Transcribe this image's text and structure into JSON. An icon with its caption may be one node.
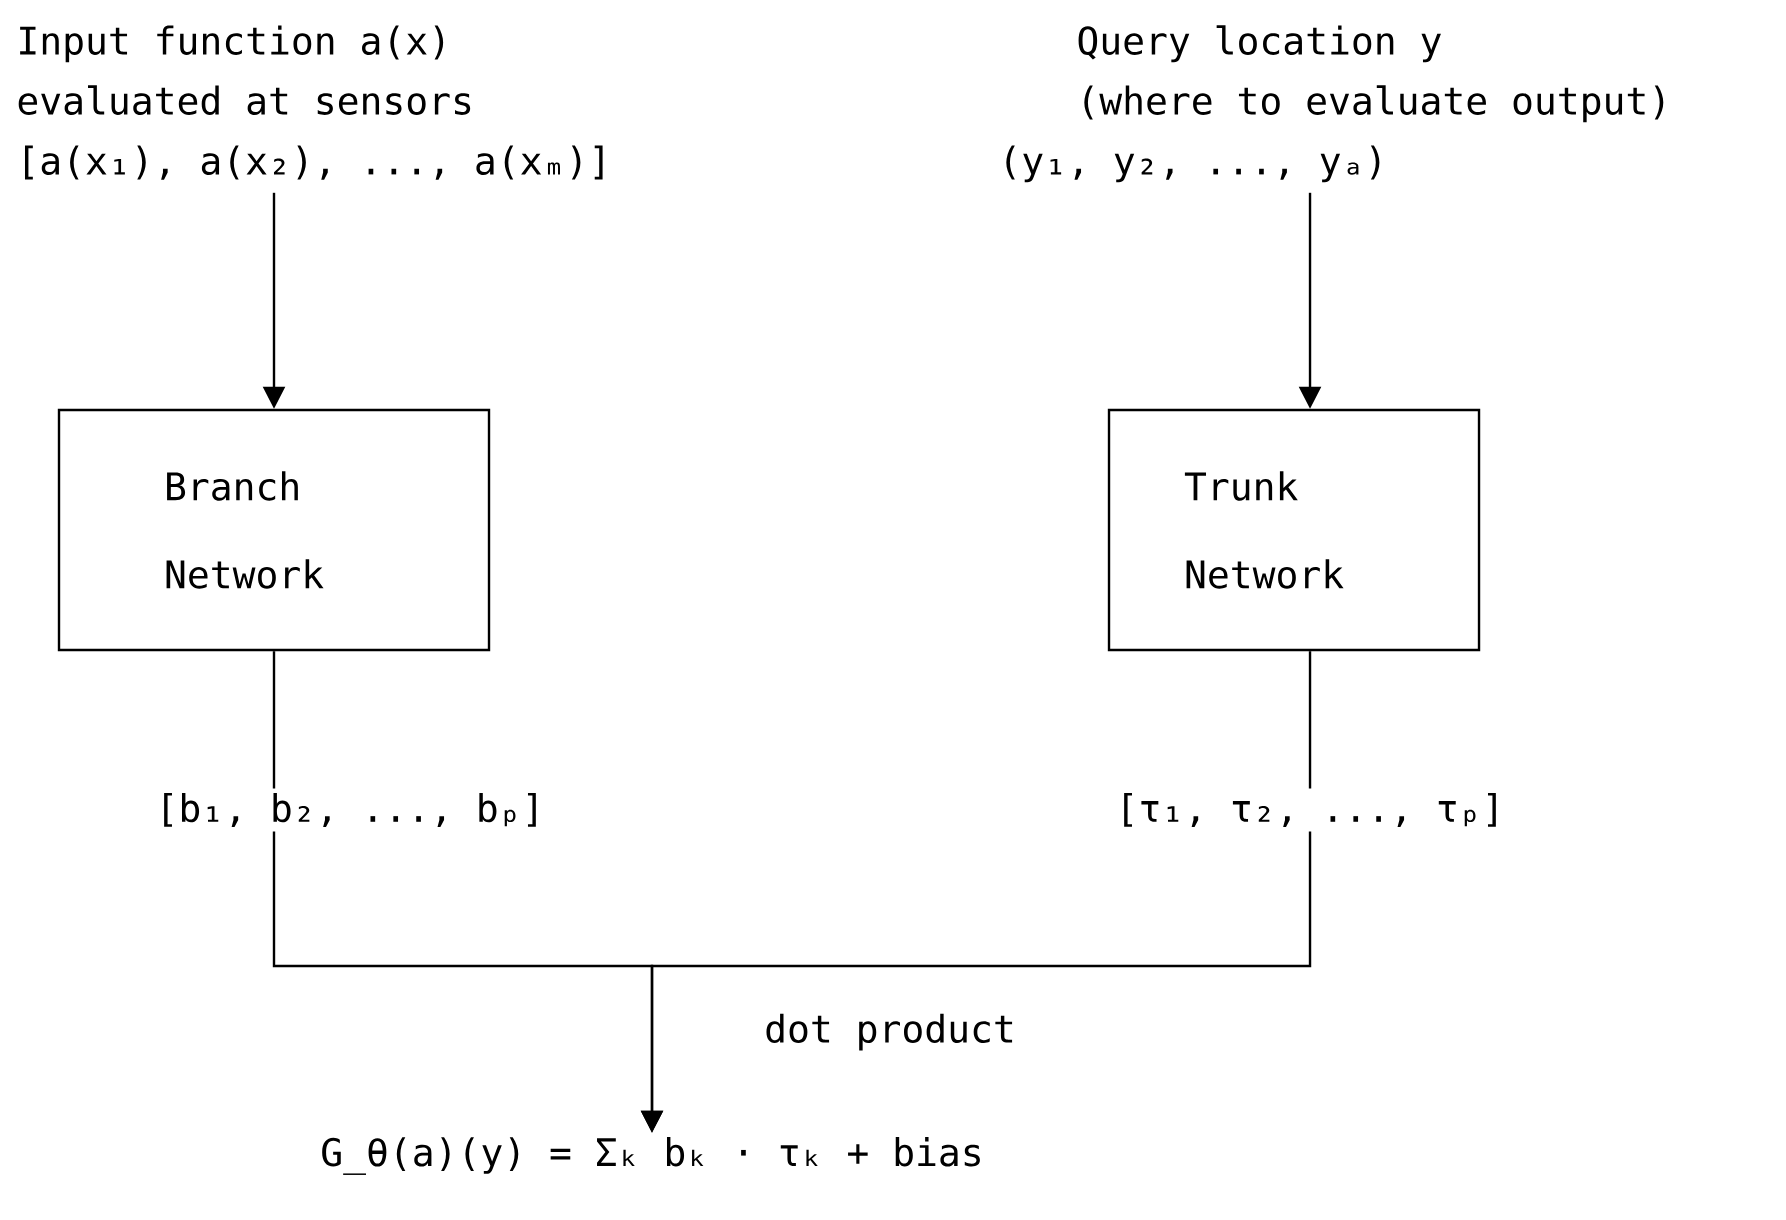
{
  "diagram": {
    "nodes": [
      {
        "text": [
          "Input function a(x)",
          "evaluated at sensors",
          "[a(x₁), a(x₂), ..., a(xₘ)]"
        ]
      },
      {
        "text": [
          "Query location y",
          "(where to evaluate output)",
          "(y₁, y₂, ..., yₐ)"
        ]
      },
      {
        "text": [
          "Branch Network"
        ]
      },
      {
        "text": [
          "Trunk Network"
        ]
      },
      {
        "text": [
          "[b₁, b₂, ..., bₚ]"
        ]
      },
      {
        "text": [
          "[τ₁, τ₂, ..., τₚ]"
        ]
      },
      {
        "text": [
          "G_θ(a)(y) = Σₖ bₖ · τₖ + bias"
        ]
      }
    ],
    "edges": [
      {
        "from": 0,
        "to": 2,
        "arrow": "to"
      },
      {
        "from": 1,
        "to": 3,
        "arrow": "to"
      },
      {
        "from": 2,
        "to": 4,
        "arrow": "none"
      },
      {
        "from": 3,
        "to": 5,
        "arrow": "none"
      },
      {
        "from": 4,
        "to": 6,
        "arrow": "to",
        "label": "dot product"
      },
      {
        "from": 5,
        "to": 6,
        "arrow": "to"
      }
    ]
  }
}
